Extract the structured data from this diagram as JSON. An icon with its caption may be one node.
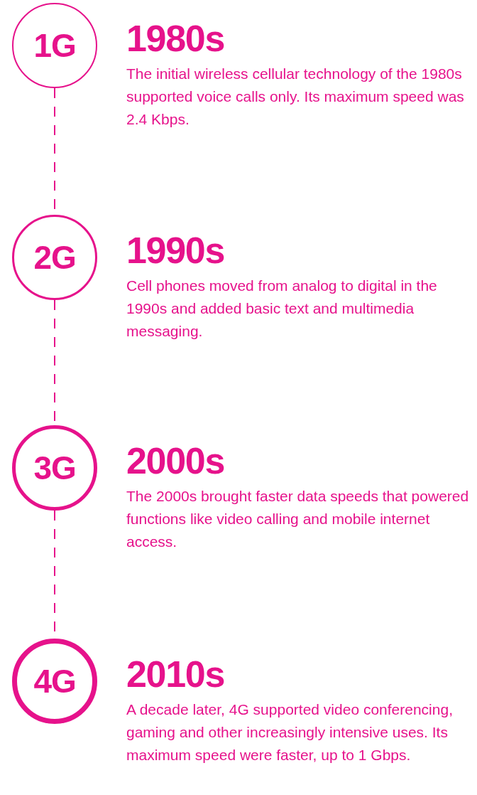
{
  "diagram": {
    "nodes": [
      {
        "text": [
          "1G"
        ],
        "beside": [
          "1980s",
          "The initial wireless cellular technology of the 1980s supported voice calls only. Its maximum speed was 2.4 Kbps."
        ]
      },
      {
        "text": [
          "2G"
        ],
        "beside": [
          "1990s",
          "Cell phones moved from analog to digital in the 1990s and added basic text and multimedia messaging."
        ]
      },
      {
        "text": [
          "3G"
        ],
        "beside": [
          "2000s",
          "The 2000s brought faster data speeds that powered functions like video calling and mobile internet access."
        ]
      },
      {
        "text": [
          "4G"
        ],
        "beside": [
          "2010s",
          "A decade later, 4G supported video conferencing, gaming and other increasingly intensive uses. Its maximum speed were faster, up to 1 Gbps."
        ]
      }
    ],
    "edges": [
      {
        "from": 0,
        "to": 1,
        "arrow": "none",
        "style": "dashed"
      },
      {
        "from": 1,
        "to": 2,
        "arrow": "none",
        "style": "dashed"
      },
      {
        "from": 2,
        "to": 3,
        "arrow": "none",
        "style": "dashed"
      }
    ]
  }
}
